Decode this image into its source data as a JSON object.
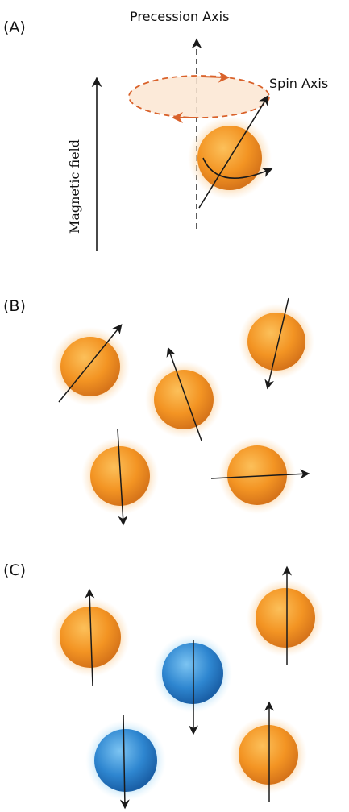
{
  "panels": {
    "a": {
      "label": "(A)"
    },
    "b": {
      "label": "(B)"
    },
    "c": {
      "label": "(C)"
    }
  },
  "labels": {
    "precession_axis": "Precession Axis",
    "spin_axis": "Spin Axis",
    "magnetic_field": "Magnetic field"
  },
  "colors": {
    "spin_orange": "#f0921f",
    "spin_blue": "#2f86cf",
    "precession_path": "#d9622b",
    "arrow": "#1a1a1a"
  }
}
